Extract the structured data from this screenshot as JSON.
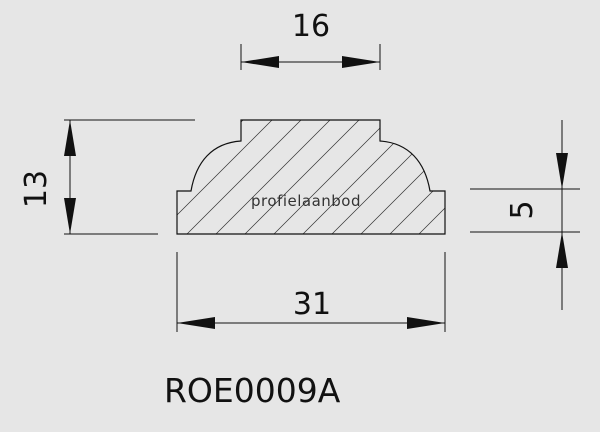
{
  "profile": {
    "code": "ROE0009A",
    "watermark": "profielaanbod"
  },
  "dimensions": {
    "top_width": "16",
    "height": "13",
    "base_width": "31",
    "step_height": "5"
  },
  "colors": {
    "background": "#e6e6e6",
    "ink": "#111111"
  }
}
